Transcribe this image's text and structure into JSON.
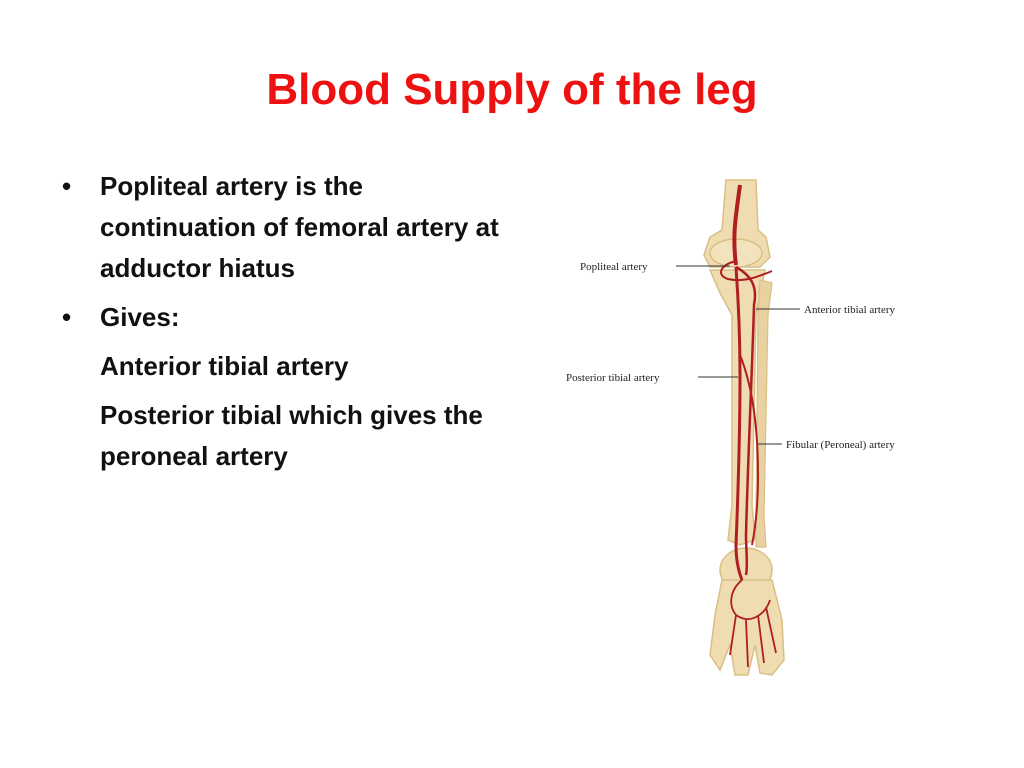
{
  "slide": {
    "title": "Blood Supply of the leg",
    "bullets": [
      {
        "text": "Popliteal artery is the continuation of femoral artery at adductor hiatus"
      },
      {
        "text": "Gives:"
      }
    ],
    "sub_lines": [
      "Anterior tibial artery",
      "Posterior tibial which gives the peroneal artery"
    ],
    "bullet_symbol": "•"
  },
  "figure": {
    "labels": {
      "popliteal": "Popliteal artery",
      "anterior_tibial": "Anterior tibial artery",
      "posterior_tibial": "Posterior tibial artery",
      "fibular": "Fibular (Peroneal) artery"
    },
    "colors": {
      "bone": "#efdcb0",
      "bone_shadow": "#d9bf86",
      "artery": "#b01e22",
      "title": "#ee1111"
    }
  }
}
